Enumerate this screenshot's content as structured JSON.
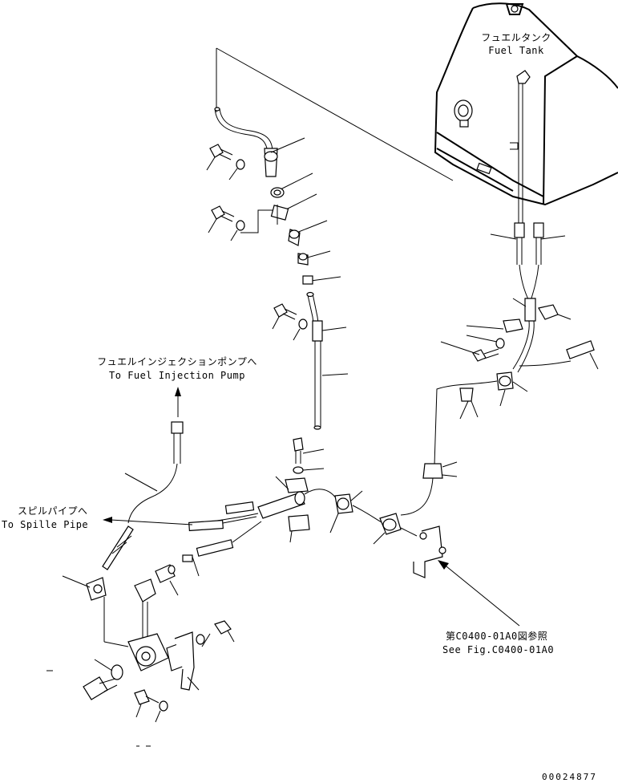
{
  "callouts": {
    "fuel_tank_jp": "フュエルタンク",
    "fuel_tank_en": "Fuel Tank",
    "injection_pump_jp": "フュエルインジェクションポンプへ",
    "injection_pump_en": "To Fuel Injection Pump",
    "spill_pipe_jp": "スピルパイプへ",
    "spill_pipe_en": "To Spille Pipe",
    "see_fig_jp": "第C0400-01A0図参照",
    "see_fig_en": "See Fig.C0400-01A0"
  },
  "drawing_number": "00024877"
}
